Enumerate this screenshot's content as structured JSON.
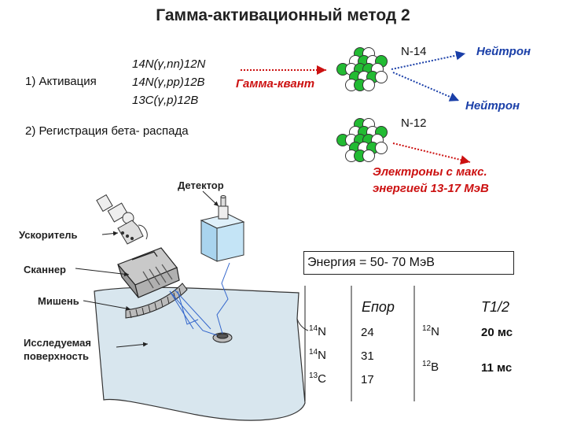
{
  "title": "Гамма-активационный метод 2",
  "steps": {
    "activation": "1) Активация",
    "registration": "2) Регистрация бета- распада"
  },
  "reactions": [
    "14N(γ,nn)12N",
    "14N(γ,pp)12B",
    "13C(γ,p)12B"
  ],
  "labels": {
    "gamma": "Гамма-квант",
    "n14": "N-14",
    "n12": "N-12",
    "neutron": "Нейтрон",
    "electrons_line1": "Электроны с макс.",
    "electrons_line2": "энергией 13-17 МэВ",
    "detector": "Детектор",
    "accelerator": "Ускоритель",
    "scanner": "Сканнер",
    "target": "Мишень",
    "surface_line1": "Исследуемая",
    "surface_line2": "поверхность"
  },
  "energy_box": "Энергия = 50- 70 МэВ",
  "table": {
    "header_e": "Eпор",
    "header_t": "T1/2",
    "rows": [
      {
        "iso_mass": "14",
        "iso": "N",
        "e": "24"
      },
      {
        "iso_mass": "14",
        "iso": "N",
        "e": "31"
      },
      {
        "iso_mass": "13",
        "iso": "C",
        "e": "17"
      }
    ],
    "products": [
      {
        "mass": "12",
        "sym": "N",
        "t": "20 мс"
      },
      {
        "mass": "12",
        "sym": "B",
        "t": "11 мс"
      }
    ]
  },
  "colors": {
    "nucleon_green": "#22bb33",
    "nucleon_white": "#ffffff",
    "arrow_red": "#cc1111",
    "arrow_blue": "#1a3fa8",
    "surface": "#d8e6ee"
  }
}
